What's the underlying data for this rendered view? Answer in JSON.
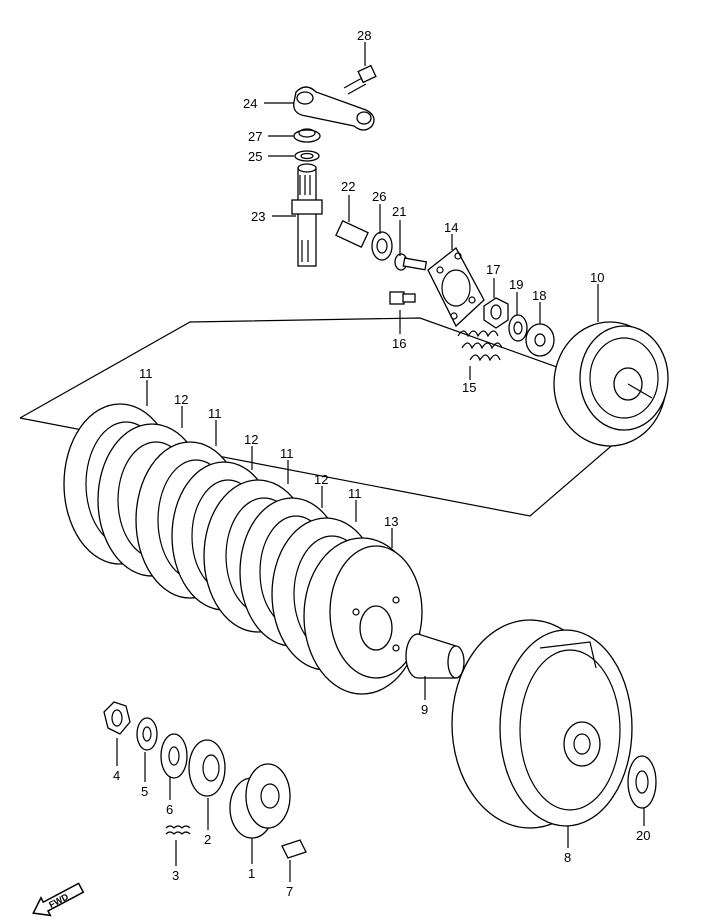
{
  "labels": {
    "p1": "1",
    "p2": "2",
    "p3": "3",
    "p4": "4",
    "p5": "5",
    "p6": "6",
    "p7": "7",
    "p8": "8",
    "p9": "9",
    "p10": "10",
    "p11a": "11",
    "p11b": "11",
    "p11c": "11",
    "p11d": "11",
    "p12a": "12",
    "p12b": "12",
    "p12c": "12",
    "p13": "13",
    "p14": "14",
    "p15": "15",
    "p16": "16",
    "p17": "17",
    "p18": "18",
    "p19": "19",
    "p20": "20",
    "p21": "21",
    "p22": "22",
    "p23": "23",
    "p24": "24",
    "p25": "25",
    "p26": "26",
    "p27": "27",
    "p28": "28"
  },
  "direction_badge": "FWD"
}
